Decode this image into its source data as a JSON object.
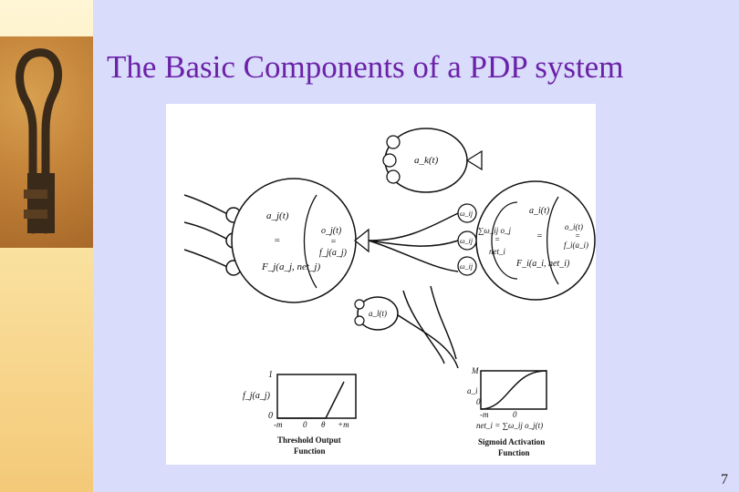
{
  "slide": {
    "title": "The Basic Components of a PDP system",
    "page_number": "7"
  },
  "figure": {
    "unit_top": "a_k(t)",
    "unit_left": {
      "activation": "a_j(t)",
      "eq": "=",
      "output": "o_j(t)",
      "eq2": "=",
      "output_fn": "f_j(a_j)",
      "rule": "F_j(a_j, net_j)"
    },
    "unit_right": {
      "activation": "a_i(t)",
      "eq": "=",
      "output": "o_i(t)",
      "eq2": "=",
      "output_fn": "f_i(a_i)",
      "rule": "F_i(a_i, net_i)",
      "net_sum": "∑ω_ij o_j",
      "net_eq": "=",
      "net": "net_i"
    },
    "weights": [
      "ω_ij",
      "ω_ij",
      "ω_ij"
    ],
    "unit_bottom": "a_l(t)",
    "threshold_plot": {
      "y_top": "1",
      "y_bottom": "0",
      "ylabel": "f_j(a_j)",
      "x_ticks": [
        "-m",
        "0",
        "θ",
        "+m"
      ],
      "caption": [
        "Threshold Output",
        "Function"
      ]
    },
    "sigmoid_plot": {
      "y_top": "M",
      "y_mid": "a_i",
      "y_bottom": "0",
      "x_ticks": [
        "-m",
        "0"
      ],
      "xlabel": "net_i = ∑ω_ij o_j(t)",
      "caption": [
        "Sigmoid Activation",
        "Function"
      ]
    }
  }
}
